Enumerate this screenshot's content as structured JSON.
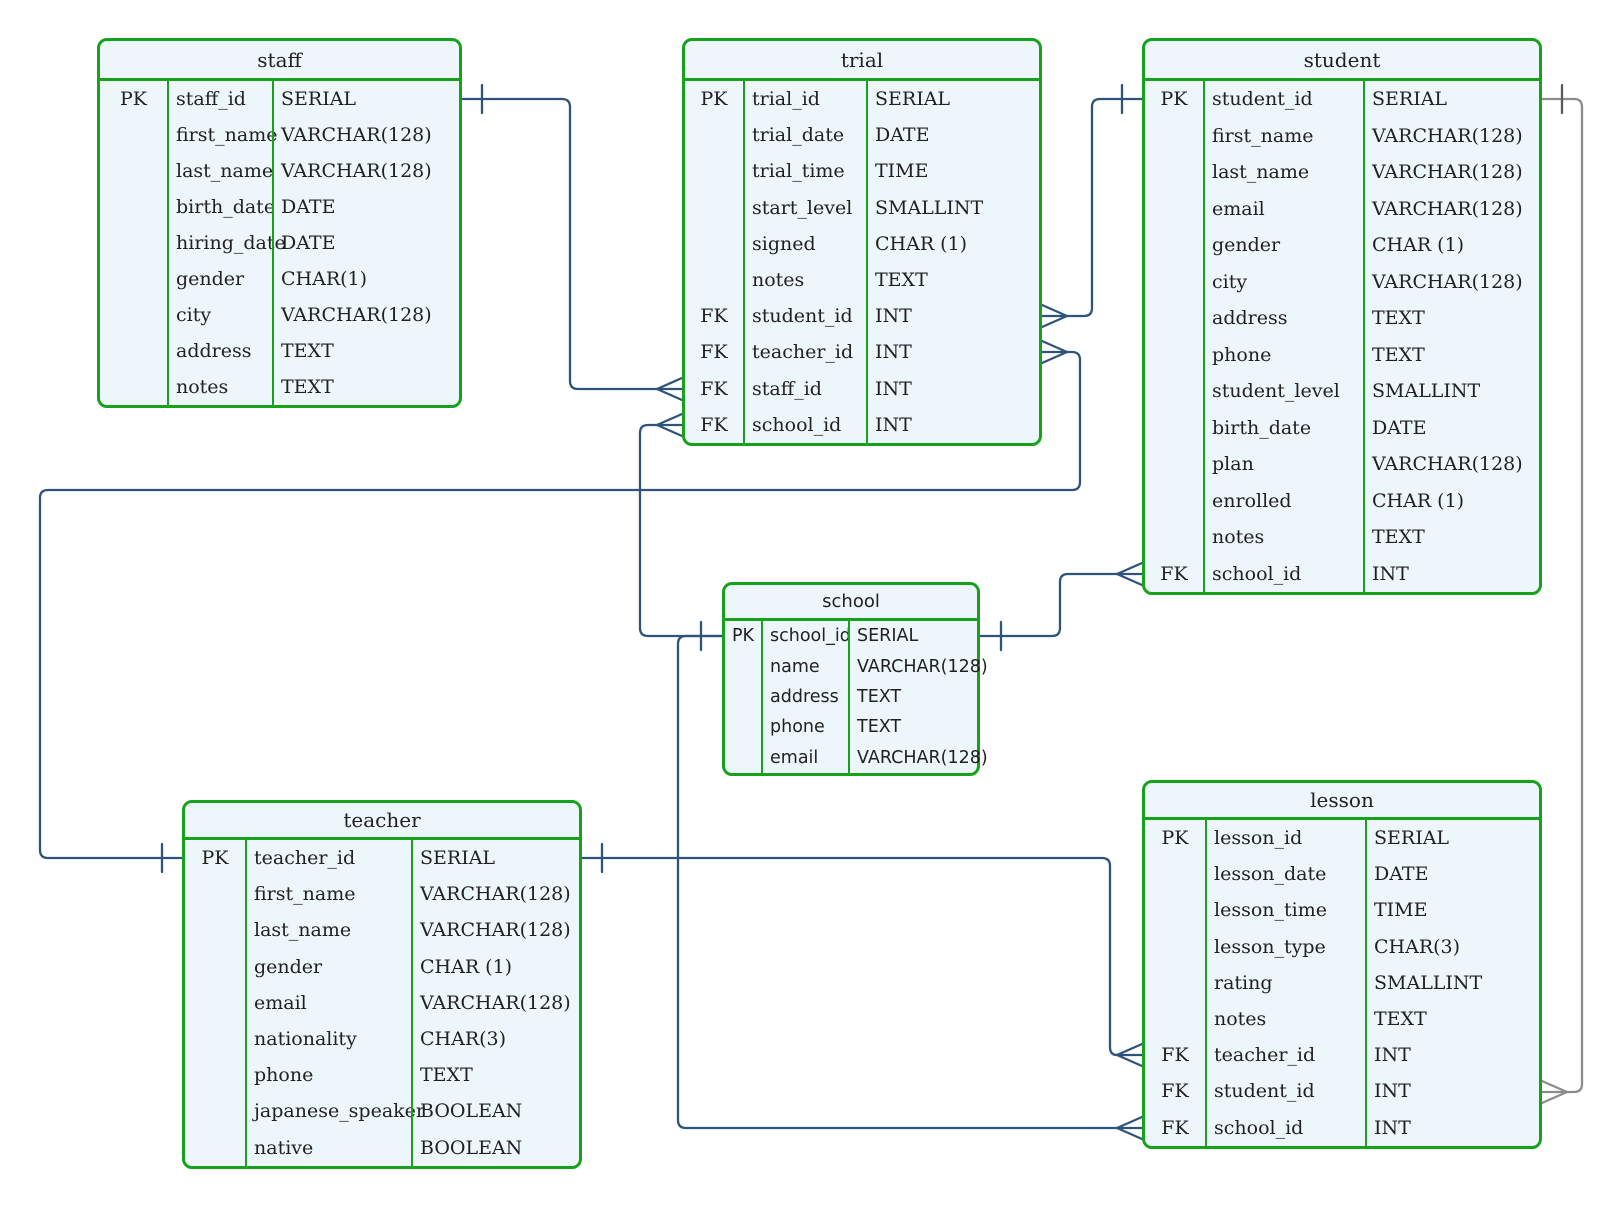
{
  "diagram": {
    "kind": "entity-relationship-diagram",
    "colors": {
      "table_border": "#17a21b",
      "table_fill": "#edf6fa",
      "relationship_line": "#2f547c",
      "relationship_line_alt": "#8c8c8c",
      "text": "#212121",
      "background": "#ffffff"
    },
    "tables": [
      {
        "id": "staff",
        "title": "staff",
        "rows": [
          {
            "key": "PK",
            "name": "staff_id",
            "type": "SERIAL"
          },
          {
            "key": "",
            "name": "first_name",
            "type": "VARCHAR(128)"
          },
          {
            "key": "",
            "name": "last_name",
            "type": "VARCHAR(128)"
          },
          {
            "key": "",
            "name": "birth_date",
            "type": "DATE"
          },
          {
            "key": "",
            "name": "hiring_date",
            "type": "DATE"
          },
          {
            "key": "",
            "name": "gender",
            "type": "CHAR(1)"
          },
          {
            "key": "",
            "name": "city",
            "type": "VARCHAR(128)"
          },
          {
            "key": "",
            "name": "address",
            "type": "TEXT"
          },
          {
            "key": "",
            "name": "notes",
            "type": "TEXT"
          }
        ]
      },
      {
        "id": "trial",
        "title": "trial",
        "rows": [
          {
            "key": "PK",
            "name": "trial_id",
            "type": "SERIAL"
          },
          {
            "key": "",
            "name": "trial_date",
            "type": "DATE"
          },
          {
            "key": "",
            "name": "trial_time",
            "type": "TIME"
          },
          {
            "key": "",
            "name": "start_level",
            "type": "SMALLINT"
          },
          {
            "key": "",
            "name": "signed",
            "type": "CHAR (1)"
          },
          {
            "key": "",
            "name": "notes",
            "type": "TEXT"
          },
          {
            "key": "FK",
            "name": "student_id",
            "type": "INT"
          },
          {
            "key": "FK",
            "name": "teacher_id",
            "type": "INT"
          },
          {
            "key": "FK",
            "name": "staff_id",
            "type": "INT"
          },
          {
            "key": "FK",
            "name": "school_id",
            "type": "INT"
          }
        ]
      },
      {
        "id": "student",
        "title": "student",
        "rows": [
          {
            "key": "PK",
            "name": "student_id",
            "type": "SERIAL"
          },
          {
            "key": "",
            "name": "first_name",
            "type": "VARCHAR(128)"
          },
          {
            "key": "",
            "name": "last_name",
            "type": "VARCHAR(128)"
          },
          {
            "key": "",
            "name": "email",
            "type": "VARCHAR(128)"
          },
          {
            "key": "",
            "name": "gender",
            "type": "CHAR (1)"
          },
          {
            "key": "",
            "name": "city",
            "type": "VARCHAR(128)"
          },
          {
            "key": "",
            "name": "address",
            "type": "TEXT"
          },
          {
            "key": "",
            "name": "phone",
            "type": "TEXT"
          },
          {
            "key": "",
            "name": "student_level",
            "type": "SMALLINT"
          },
          {
            "key": "",
            "name": "birth_date",
            "type": "DATE"
          },
          {
            "key": "",
            "name": "plan",
            "type": "VARCHAR(128)"
          },
          {
            "key": "",
            "name": "enrolled",
            "type": "CHAR (1)"
          },
          {
            "key": "",
            "name": "notes",
            "type": "TEXT"
          },
          {
            "key": "FK",
            "name": "school_id",
            "type": "INT"
          }
        ]
      },
      {
        "id": "school",
        "title": "school",
        "rows": [
          {
            "key": "PK",
            "name": "school_id",
            "type": "SERIAL"
          },
          {
            "key": "",
            "name": "name",
            "type": "VARCHAR(128)"
          },
          {
            "key": "",
            "name": "address",
            "type": "TEXT"
          },
          {
            "key": "",
            "name": "phone",
            "type": "TEXT"
          },
          {
            "key": "",
            "name": "email",
            "type": "VARCHAR(128)"
          }
        ]
      },
      {
        "id": "teacher",
        "title": "teacher",
        "rows": [
          {
            "key": "PK",
            "name": "teacher_id",
            "type": "SERIAL"
          },
          {
            "key": "",
            "name": "first_name",
            "type": "VARCHAR(128)"
          },
          {
            "key": "",
            "name": "last_name",
            "type": "VARCHAR(128)"
          },
          {
            "key": "",
            "name": "gender",
            "type": "CHAR (1)"
          },
          {
            "key": "",
            "name": "email",
            "type": "VARCHAR(128)"
          },
          {
            "key": "",
            "name": "nationality",
            "type": "CHAR(3)"
          },
          {
            "key": "",
            "name": "phone",
            "type": "TEXT"
          },
          {
            "key": "",
            "name": "japanese_speaker",
            "type": "BOOLEAN"
          },
          {
            "key": "",
            "name": "native",
            "type": "BOOLEAN"
          }
        ]
      },
      {
        "id": "lesson",
        "title": "lesson",
        "rows": [
          {
            "key": "PK",
            "name": "lesson_id",
            "type": "SERIAL"
          },
          {
            "key": "",
            "name": "lesson_date",
            "type": "DATE"
          },
          {
            "key": "",
            "name": "lesson_time",
            "type": "TIME"
          },
          {
            "key": "",
            "name": "lesson_type",
            "type": "CHAR(3)"
          },
          {
            "key": "",
            "name": "rating",
            "type": "SMALLINT"
          },
          {
            "key": "",
            "name": "notes",
            "type": "TEXT"
          },
          {
            "key": "FK",
            "name": "teacher_id",
            "type": "INT"
          },
          {
            "key": "FK",
            "name": "student_id",
            "type": "INT"
          },
          {
            "key": "FK",
            "name": "school_id",
            "type": "INT"
          }
        ]
      }
    ],
    "relationships": [
      {
        "from": "staff.staff_id",
        "to": "trial.staff_id",
        "cardinality": "one-to-many"
      },
      {
        "from": "student.student_id",
        "to": "trial.student_id",
        "cardinality": "one-to-many"
      },
      {
        "from": "teacher.teacher_id",
        "to": "trial.teacher_id",
        "cardinality": "one-to-many"
      },
      {
        "from": "school.school_id",
        "to": "trial.school_id",
        "cardinality": "one-to-many"
      },
      {
        "from": "school.school_id",
        "to": "student.school_id",
        "cardinality": "one-to-many"
      },
      {
        "from": "school.school_id",
        "to": "lesson.school_id",
        "cardinality": "one-to-many"
      },
      {
        "from": "teacher.teacher_id",
        "to": "lesson.teacher_id",
        "cardinality": "one-to-many"
      },
      {
        "from": "student.student_id",
        "to": "lesson.student_id",
        "cardinality": "one-to-many"
      }
    ]
  }
}
